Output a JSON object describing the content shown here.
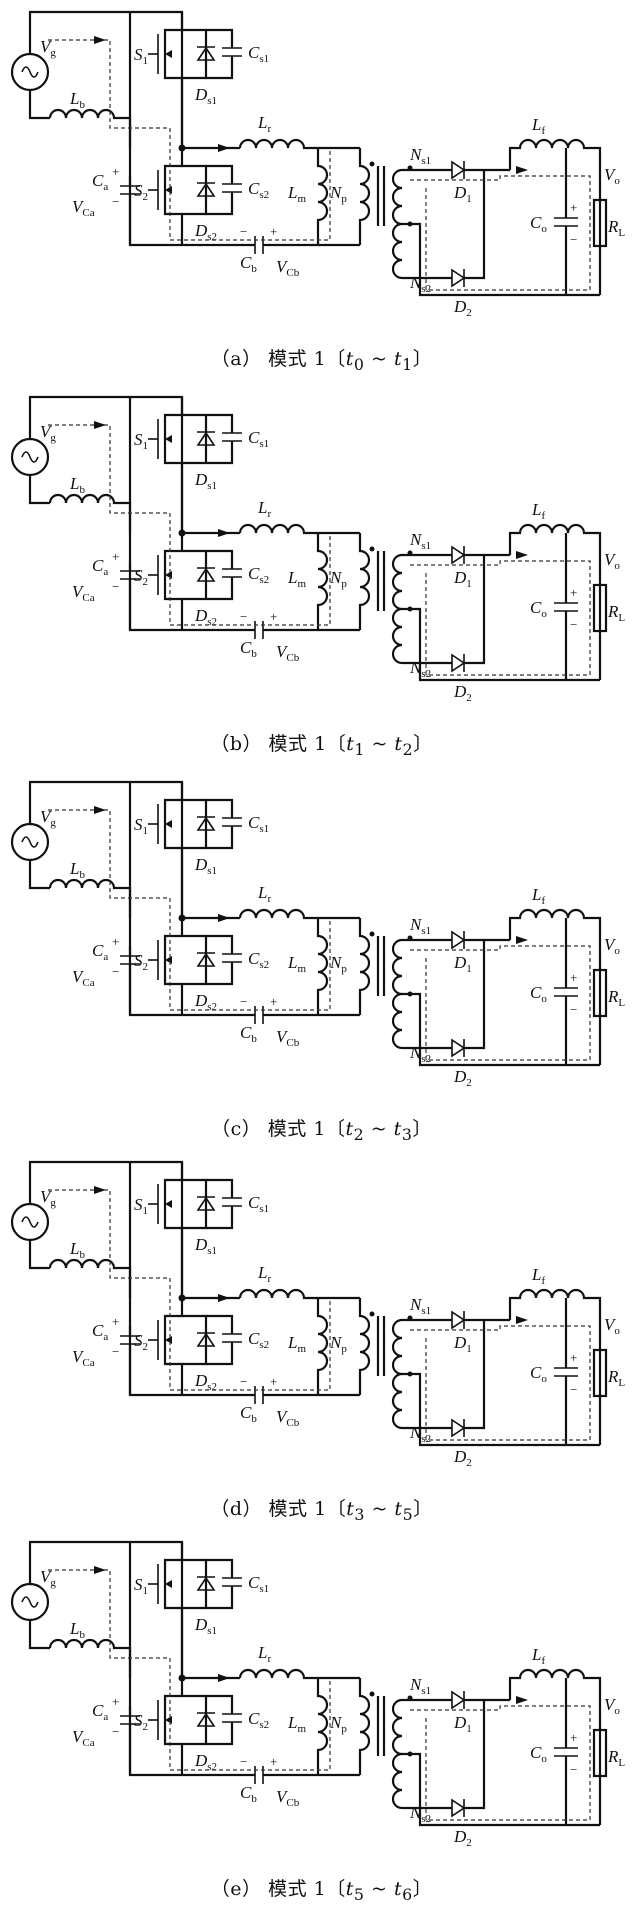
{
  "labels": {
    "Vg": "V",
    "Vg_sub": "g",
    "Lb": "L",
    "Lb_sub": "b",
    "S1": "S",
    "S1_sub": "1",
    "Ds1": "D",
    "Ds1_sub": "s1",
    "Cs1": "C",
    "Cs1_sub": "s1",
    "S2": "S",
    "S2_sub": "2",
    "Ds2": "D",
    "Ds2_sub": "s2",
    "Cs2": "C",
    "Cs2_sub": "s2",
    "Ca": "C",
    "Ca_sub": "a",
    "VCa": "V",
    "VCa_sub": "Ca",
    "Lr": "L",
    "Lr_sub": "r",
    "Lm": "L",
    "Lm_sub": "m",
    "Np": "N",
    "Np_sub": "p",
    "Cb": "C",
    "Cb_sub": "b",
    "VCb": "V",
    "VCb_sub": "Cb",
    "Ns1": "N",
    "Ns1_sub": "s1",
    "Ns2": "N",
    "Ns2_sub": "s2",
    "D1": "D",
    "D1_sub": "1",
    "D2": "D",
    "D2_sub": "2",
    "Lf": "L",
    "Lf_sub": "f",
    "Co": "C",
    "Co_sub": "o",
    "Vo": "V",
    "Vo_sub": "o",
    "RL": "R",
    "RL_sub": "L",
    "plus": "+",
    "minus": "−"
  },
  "panels": [
    {
      "id": "a",
      "letter": "（a）",
      "mode": "模式 1",
      "t_start": "t",
      "t_start_sub": "0",
      "t_end": "t",
      "t_end_sub": "1"
    },
    {
      "id": "b",
      "letter": "（b）",
      "mode": "模式 1",
      "t_start": "t",
      "t_start_sub": "1",
      "t_end": "t",
      "t_end_sub": "2"
    },
    {
      "id": "c",
      "letter": "（c）",
      "mode": "模式 1",
      "t_start": "t",
      "t_start_sub": "2",
      "t_end": "t",
      "t_end_sub": "3"
    },
    {
      "id": "d",
      "letter": "（d）",
      "mode": "模式 1",
      "t_start": "t",
      "t_start_sub": "3",
      "t_end": "t",
      "t_end_sub": "5"
    },
    {
      "id": "e",
      "letter": "（e）",
      "mode": "模式 1",
      "t_start": "t",
      "t_start_sub": "5",
      "t_end": "t",
      "t_end_sub": "6"
    }
  ],
  "caption_brackets": {
    "open": "〔",
    "sep": " ~ ",
    "close": "〕"
  }
}
